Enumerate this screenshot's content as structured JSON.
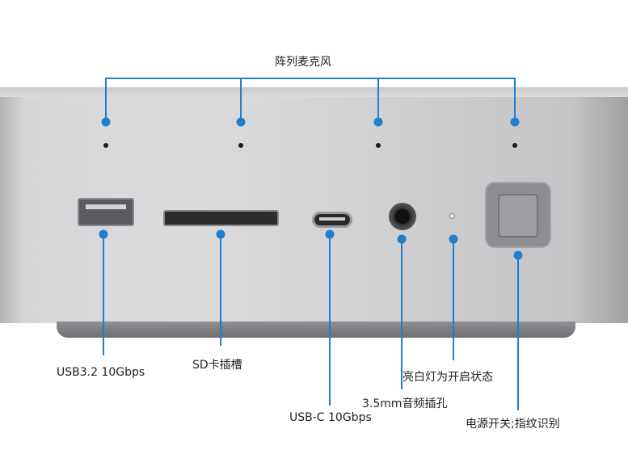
{
  "labels": {
    "mic_array": "阵列麦克风",
    "usb_a": "USB3.2 10Gbps",
    "sd": "SD卡插槽",
    "usb_c": "USB-C 10Gbps",
    "audio": "3.5mm音频插孔",
    "led": "亮白灯为开启状态",
    "power": "电源开关;指纹识别"
  },
  "colors": {
    "callout": "#1f7fcf"
  }
}
